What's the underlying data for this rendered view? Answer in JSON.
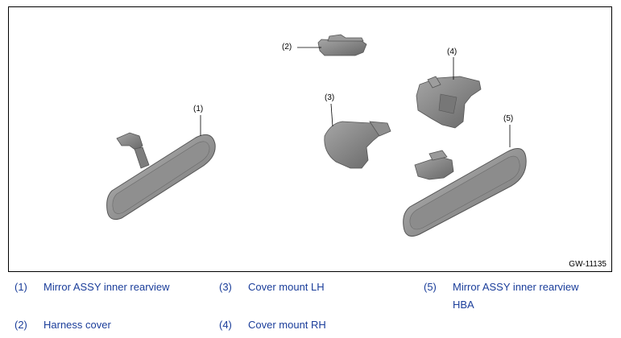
{
  "figure": {
    "id_label": "GW-11135",
    "callouts": [
      "(1)",
      "(2)",
      "(3)",
      "(4)",
      "(5)"
    ]
  },
  "legend": [
    {
      "num": "(1)",
      "label": "Mirror ASSY inner rearview"
    },
    {
      "num": "(2)",
      "label": "Harness cover"
    },
    {
      "num": "(3)",
      "label": "Cover mount LH"
    },
    {
      "num": "(4)",
      "label": "Cover mount RH"
    },
    {
      "num": "(5)",
      "label": "Mirror ASSY inner rearview",
      "label2": "HBA"
    }
  ],
  "colors": {
    "legend_text": "#1a3d9a",
    "part_fill": "#8a8a8a",
    "part_edge": "#555555"
  }
}
